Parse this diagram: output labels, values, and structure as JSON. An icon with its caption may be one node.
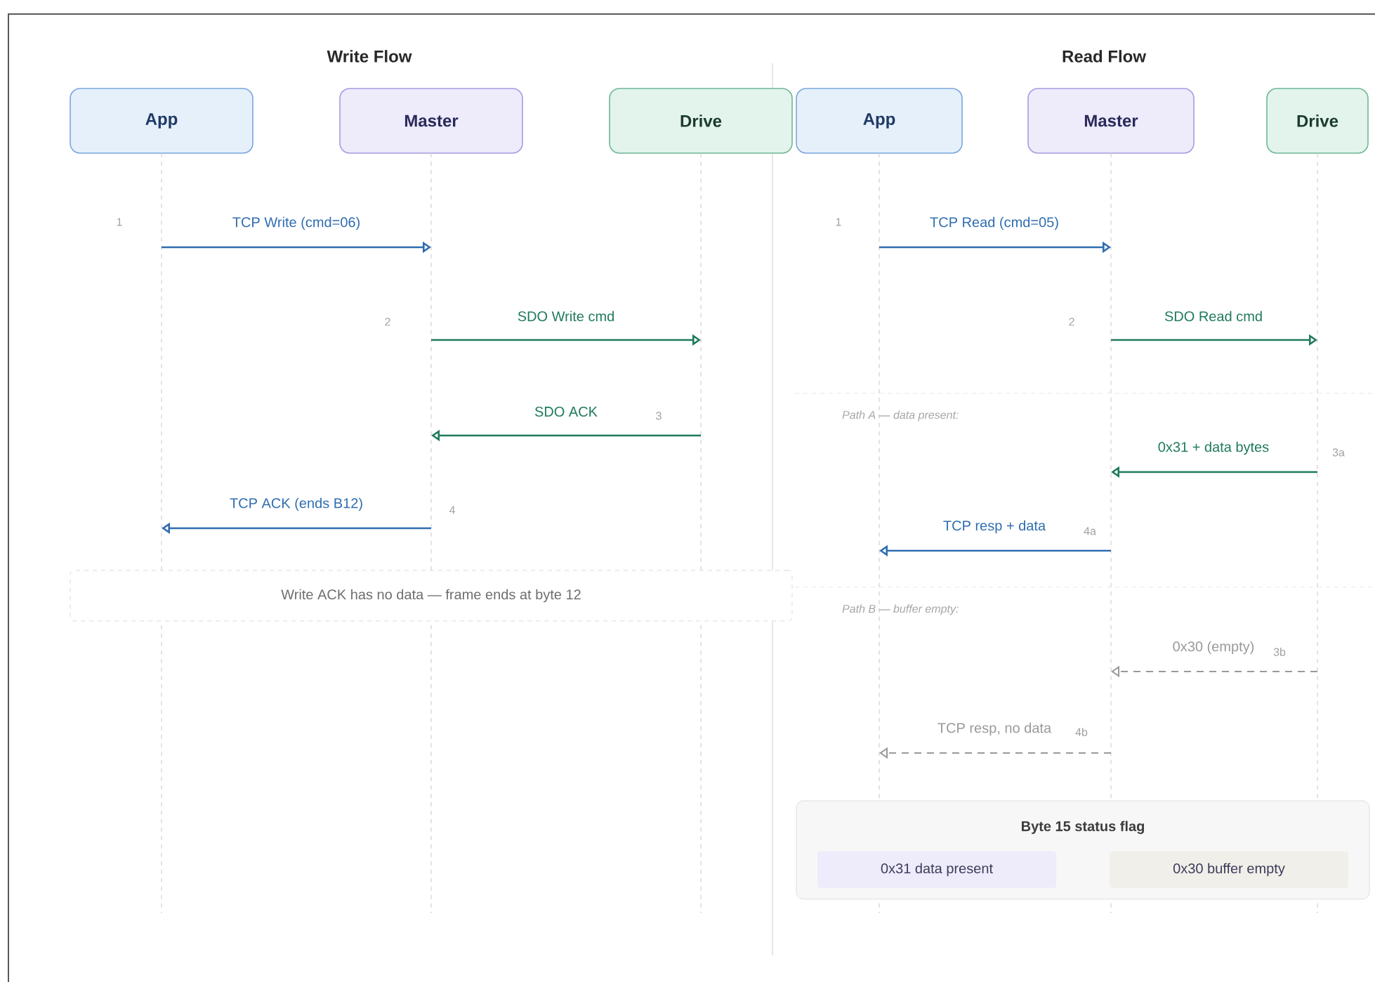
{
  "diagram": {
    "nodes": [
      {
        "text": [
          "App"
        ]
      },
      {
        "text": [
          "Master"
        ]
      },
      {
        "text": [
          "Drive"
        ]
      },
      {
        "text": [
          "App"
        ]
      },
      {
        "text": [
          "Master"
        ]
      },
      {
        "text": [
          "Drive"
        ]
      },
      {
        "text": [
          "Write ACK has no data — frame ends at byte 12"
        ]
      },
      {
        "text": [
          "Byte 15 status flag"
        ]
      },
      {
        "text": [
          "0x31 data present"
        ],
        "in": 7
      },
      {
        "text": [
          "0x30 buffer empty"
        ],
        "in": 7
      }
    ],
    "edges": [
      {
        "from": 0,
        "to": 1,
        "arrow": "to",
        "label": "TCP Write (cmd=06)",
        "color": "#2f6db0"
      },
      {
        "from": 1,
        "to": 2,
        "arrow": "to",
        "label": "SDO Write cmd",
        "color": "#1f7a5a"
      },
      {
        "from": 2,
        "to": 1,
        "arrow": "to",
        "label": "SDO ACK",
        "color": "#1f7a5a"
      },
      {
        "from": 1,
        "to": 0,
        "arrow": "to",
        "label": "TCP ACK (ends B12)",
        "color": "#2f6db0"
      },
      {
        "from": 3,
        "to": 4,
        "arrow": "to",
        "label": "TCP Read (cmd=05)",
        "color": "#2f6db0"
      },
      {
        "from": 4,
        "to": 5,
        "arrow": "to",
        "label": "SDO Read cmd",
        "color": "#1f7a5a"
      },
      {
        "from": 5,
        "to": 4,
        "arrow": "to",
        "label": "0x31 + data bytes",
        "color": "#1f7a5a"
      },
      {
        "from": 4,
        "to": 3,
        "arrow": "to",
        "label": "TCP resp + data",
        "color": "#2f6db0"
      },
      {
        "from": 5,
        "to": 4,
        "arrow": "to",
        "label": "0x30 (empty)",
        "style": "dashed",
        "color": "#999999"
      },
      {
        "from": 4,
        "to": 3,
        "arrow": "to",
        "label": "TCP resp, no data",
        "style": "dashed",
        "color": "#999999"
      }
    ],
    "labels": [
      "Write Flow",
      "Read Flow",
      "1",
      "2",
      "3",
      "4",
      "1",
      "2",
      "Path A — data present:",
      "3a",
      "4a",
      "Path B — buffer empty:",
      "3b",
      "4b"
    ]
  }
}
